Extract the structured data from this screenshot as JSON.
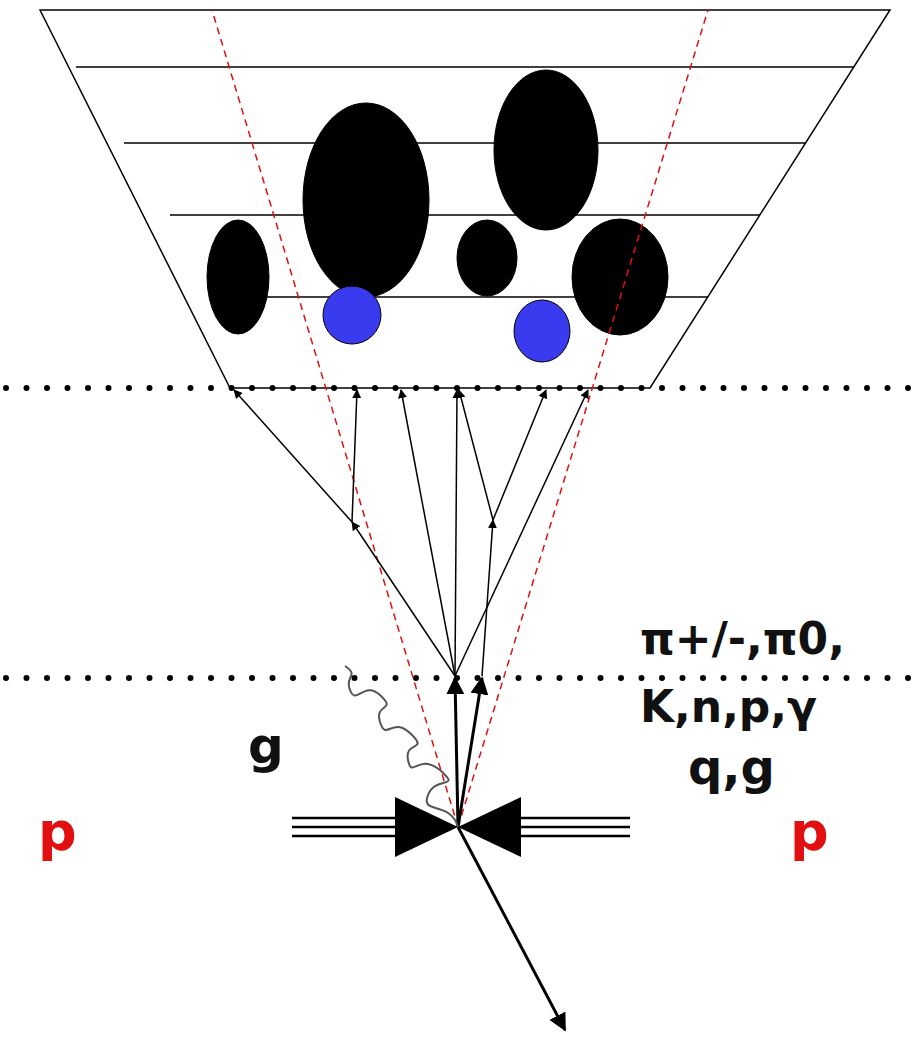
{
  "diagram": {
    "labels": [
      "π+/-,π0, K,n,p,γ",
      "g",
      "q,g",
      "p",
      "p"
    ]
  }
}
